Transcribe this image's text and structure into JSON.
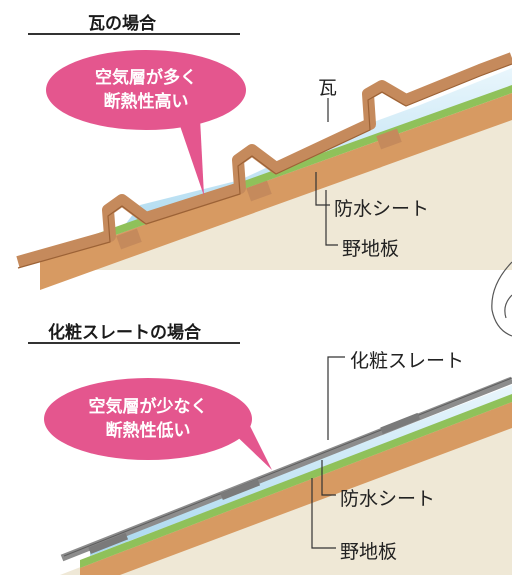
{
  "tile_section": {
    "heading": "瓦の場合",
    "bubble_line1": "空気層が多く",
    "bubble_line2": "断熱性高い",
    "label_roof": "瓦",
    "label_sheet": "防水シート",
    "label_board": "野地板"
  },
  "slate_section": {
    "heading": "化粧スレートの場合",
    "bubble_line1": "空気層が少なく",
    "bubble_line2": "断熱性低い",
    "label_roof": "化粧スレート",
    "label_sheet": "防水シート",
    "label_board": "野地板"
  },
  "colors": {
    "bubble": "#e4568e",
    "tile": "#c58a5c",
    "board": "#d79a62",
    "sheet": "#8fc15a",
    "air": "#bfe4f5",
    "slate": "#8c8c8c",
    "wall": "#efe8d6"
  }
}
